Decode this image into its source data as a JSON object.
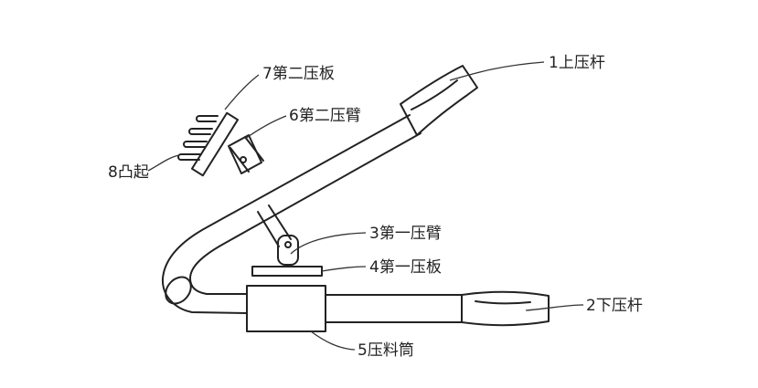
{
  "colors": {
    "line": "#222222",
    "fill": "#ffffff",
    "background": "#ffffff"
  },
  "labels": {
    "upper_rod": "1上压杆",
    "lower_rod": "2下压杆",
    "first_arm": "3第一压臂",
    "first_plate": "4第一压板",
    "cylinder": "5压料筒",
    "second_arm": "6第二压臂",
    "second_plate": "7第二压板",
    "bump": "8凸起"
  }
}
